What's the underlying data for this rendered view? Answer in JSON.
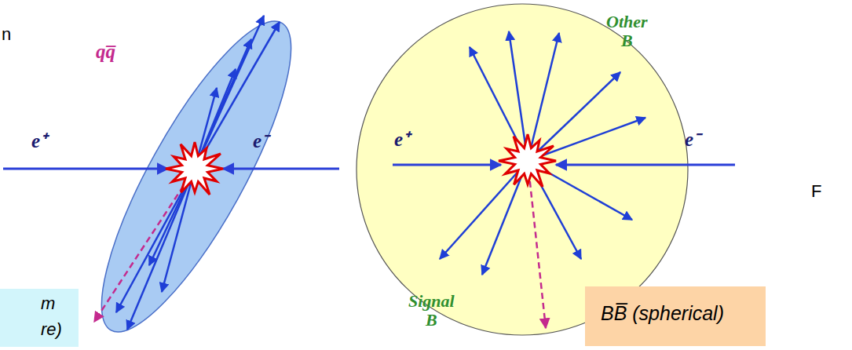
{
  "diagram": {
    "nodes": [
      {
        "text": [
          "m re)"
        ]
      },
      {
        "text": [
          "BB̅ (spherical)"
        ]
      }
    ],
    "labels": [
      "n",
      "qq̅",
      "Other B",
      "e⁺",
      "e⁻",
      "e⁺",
      "e⁻",
      "F",
      "Signal B"
    ]
  }
}
